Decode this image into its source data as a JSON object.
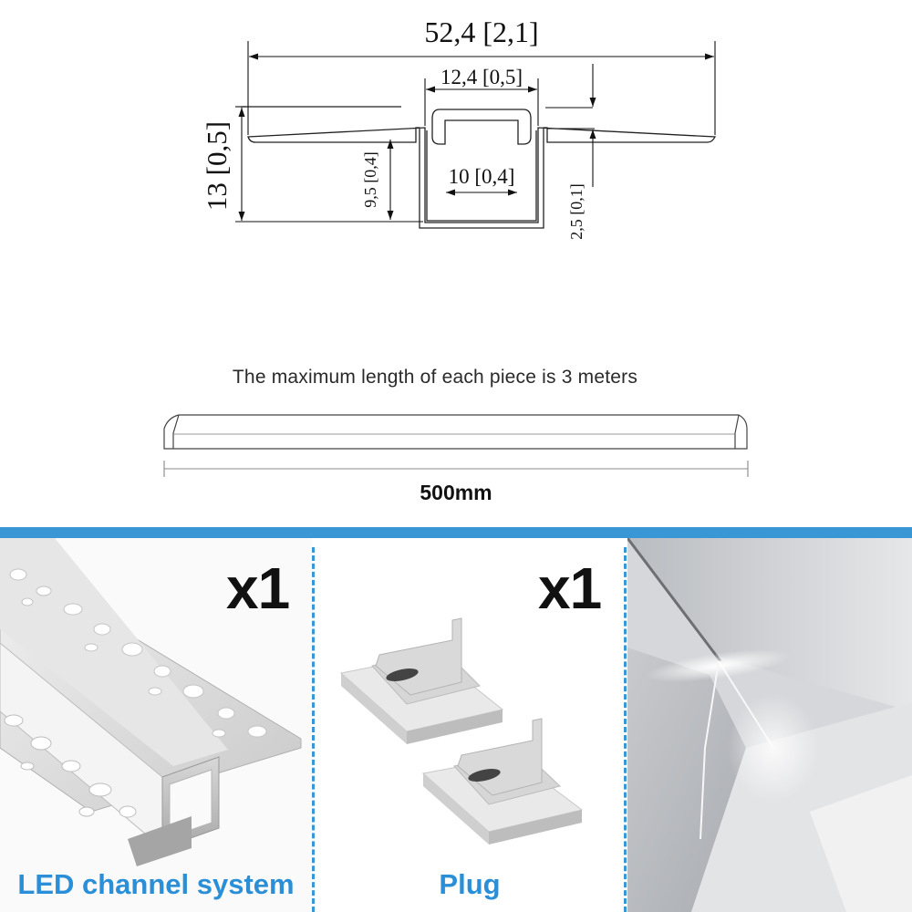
{
  "drawing": {
    "overall_width": "52,4 [2,1]",
    "channel_width": "12,4 [0,5]",
    "inner_width": "10 [0,4]",
    "total_height": "13 [0,5]",
    "inner_depth": "9,5 [0,4]",
    "flange_thickness": "2,5 [0,1]"
  },
  "length_note": "The maximum length of each piece is 3 meters",
  "length_label": "500mm",
  "accent_color": "#3a97d5",
  "caption_color": "#2b8fd8",
  "panels": [
    {
      "quantity": "x1",
      "caption": "LED channel system"
    },
    {
      "quantity": "x1",
      "caption": "Plug"
    },
    {
      "caption": ""
    }
  ]
}
